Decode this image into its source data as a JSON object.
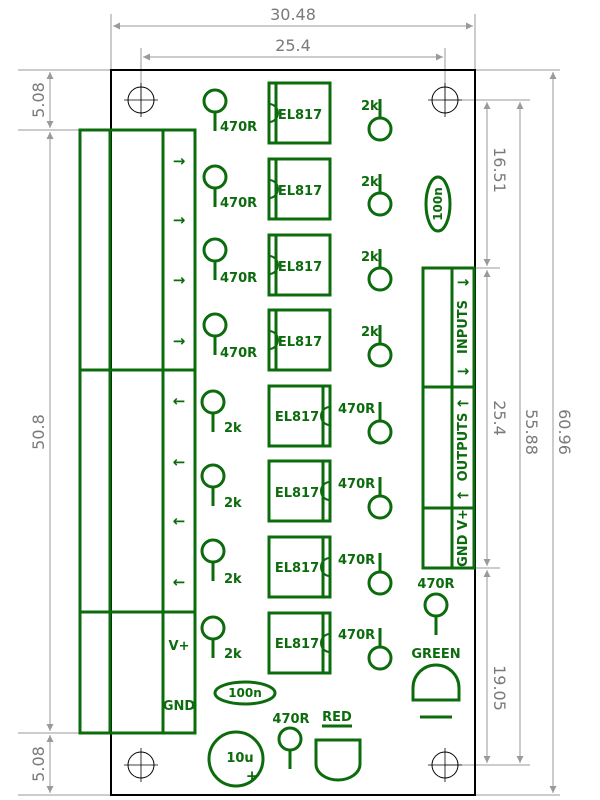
{
  "dimensions": {
    "top_width": "30.48",
    "hole_spacing": "25.4",
    "left_top_margin": "5.08",
    "left_terminal": "50.8",
    "left_bottom_margin": "5.08",
    "right_top": "16.51",
    "right_inputs": "25.4",
    "right_bottom": "19.05",
    "right_mid": "55.88",
    "right_total": "60.96"
  },
  "left_terminal": {
    "arrows": [
      "→",
      "→",
      "→",
      "→",
      "←",
      "←",
      "←",
      "←"
    ],
    "vplus": "V+",
    "gnd": "GND"
  },
  "optocouplers": {
    "label": "EL817",
    "count": 8
  },
  "resistors_left": [
    "470R",
    "470R",
    "470R",
    "470R",
    "2k",
    "2k",
    "2k",
    "2k"
  ],
  "resistors_right": [
    "2k",
    "2k",
    "2k",
    "2k",
    "470R",
    "470R",
    "470R",
    "470R"
  ],
  "capacitors": {
    "top_right": "100n",
    "bottom": "100n",
    "electrolytic": "10u",
    "electrolytic_polarity": "+"
  },
  "right_header": {
    "inputs_label": "INPUTS",
    "outputs_label": "OUTPUTS",
    "power_label": "GND V+",
    "inputs_arrows": [
      "→",
      "→"
    ],
    "outputs_arrows": [
      "←",
      "←"
    ]
  },
  "leds": {
    "green_resistor": "470R",
    "green_label": "GREEN",
    "red_resistor": "470R",
    "red_label": "RED"
  }
}
